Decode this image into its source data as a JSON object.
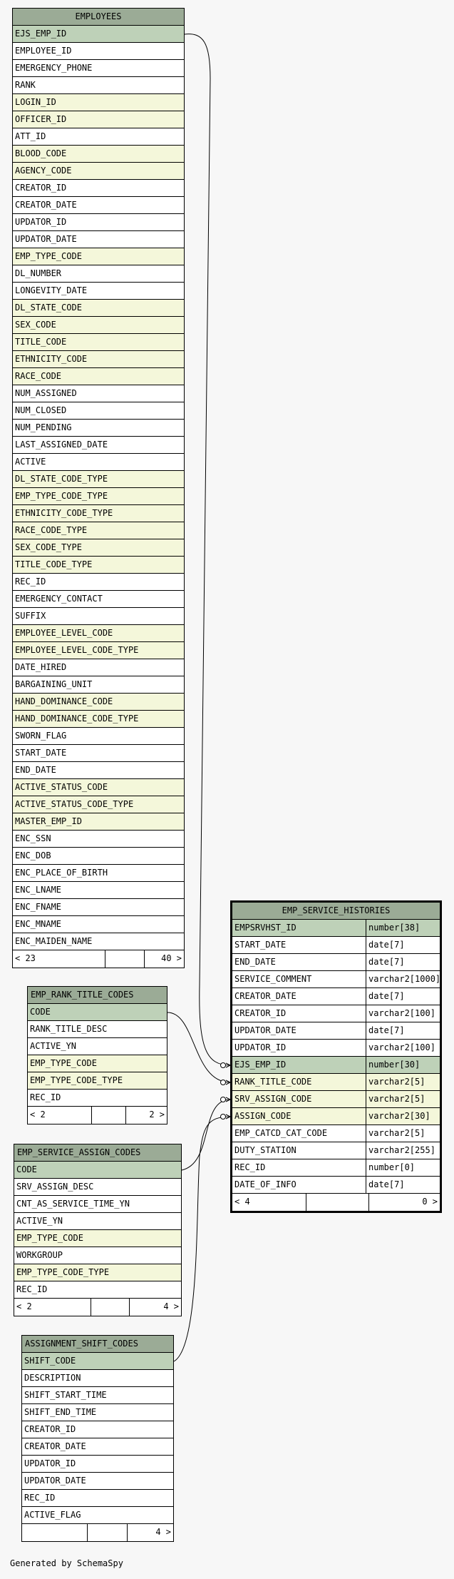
{
  "credit": "Generated by SchemaSpy",
  "tables": [
    {
      "id": "employees",
      "name": "EMPLOYEES",
      "focus": false,
      "left_title": false,
      "columns": [
        {
          "name": "EJS_EMP_ID",
          "kind": "pk"
        },
        {
          "name": "EMPLOYEE_ID",
          "kind": "plain"
        },
        {
          "name": "EMERGENCY_PHONE",
          "kind": "plain"
        },
        {
          "name": "RANK",
          "kind": "plain"
        },
        {
          "name": "LOGIN_ID",
          "kind": "fk"
        },
        {
          "name": "OFFICER_ID",
          "kind": "fk"
        },
        {
          "name": "ATT_ID",
          "kind": "plain"
        },
        {
          "name": "BLOOD_CODE",
          "kind": "fk"
        },
        {
          "name": "AGENCY_CODE",
          "kind": "fk"
        },
        {
          "name": "CREATOR_ID",
          "kind": "plain"
        },
        {
          "name": "CREATOR_DATE",
          "kind": "plain"
        },
        {
          "name": "UPDATOR_ID",
          "kind": "plain"
        },
        {
          "name": "UPDATOR_DATE",
          "kind": "plain"
        },
        {
          "name": "EMP_TYPE_CODE",
          "kind": "fk"
        },
        {
          "name": "DL_NUMBER",
          "kind": "plain"
        },
        {
          "name": "LONGEVITY_DATE",
          "kind": "plain"
        },
        {
          "name": "DL_STATE_CODE",
          "kind": "fk"
        },
        {
          "name": "SEX_CODE",
          "kind": "fk"
        },
        {
          "name": "TITLE_CODE",
          "kind": "fk"
        },
        {
          "name": "ETHNICITY_CODE",
          "kind": "fk"
        },
        {
          "name": "RACE_CODE",
          "kind": "fk"
        },
        {
          "name": "NUM_ASSIGNED",
          "kind": "plain"
        },
        {
          "name": "NUM_CLOSED",
          "kind": "plain"
        },
        {
          "name": "NUM_PENDING",
          "kind": "plain"
        },
        {
          "name": "LAST_ASSIGNED_DATE",
          "kind": "plain"
        },
        {
          "name": "ACTIVE",
          "kind": "plain"
        },
        {
          "name": "DL_STATE_CODE_TYPE",
          "kind": "fk"
        },
        {
          "name": "EMP_TYPE_CODE_TYPE",
          "kind": "fk"
        },
        {
          "name": "ETHNICITY_CODE_TYPE",
          "kind": "fk"
        },
        {
          "name": "RACE_CODE_TYPE",
          "kind": "fk"
        },
        {
          "name": "SEX_CODE_TYPE",
          "kind": "fk"
        },
        {
          "name": "TITLE_CODE_TYPE",
          "kind": "fk"
        },
        {
          "name": "REC_ID",
          "kind": "plain"
        },
        {
          "name": "EMERGENCY_CONTACT",
          "kind": "plain"
        },
        {
          "name": "SUFFIX",
          "kind": "plain"
        },
        {
          "name": "EMPLOYEE_LEVEL_CODE",
          "kind": "fk"
        },
        {
          "name": "EMPLOYEE_LEVEL_CODE_TYPE",
          "kind": "fk"
        },
        {
          "name": "DATE_HIRED",
          "kind": "plain"
        },
        {
          "name": "BARGAINING_UNIT",
          "kind": "plain"
        },
        {
          "name": "HAND_DOMINANCE_CODE",
          "kind": "fk"
        },
        {
          "name": "HAND_DOMINANCE_CODE_TYPE",
          "kind": "fk"
        },
        {
          "name": "SWORN_FLAG",
          "kind": "plain"
        },
        {
          "name": "START_DATE",
          "kind": "plain"
        },
        {
          "name": "END_DATE",
          "kind": "plain"
        },
        {
          "name": "ACTIVE_STATUS_CODE",
          "kind": "fk"
        },
        {
          "name": "ACTIVE_STATUS_CODE_TYPE",
          "kind": "fk"
        },
        {
          "name": "MASTER_EMP_ID",
          "kind": "fk"
        },
        {
          "name": "ENC_SSN",
          "kind": "plain"
        },
        {
          "name": "ENC_DOB",
          "kind": "plain"
        },
        {
          "name": "ENC_PLACE_OF_BIRTH",
          "kind": "plain"
        },
        {
          "name": "ENC_LNAME",
          "kind": "plain"
        },
        {
          "name": "ENC_FNAME",
          "kind": "plain"
        },
        {
          "name": "ENC_MNAME",
          "kind": "plain"
        },
        {
          "name": "ENC_MAIDEN_NAME",
          "kind": "plain"
        }
      ],
      "footer": {
        "left": "< 23",
        "right": "40 >"
      }
    },
    {
      "id": "emp_rank_title_codes",
      "name": "EMP_RANK_TITLE_CODES",
      "focus": false,
      "left_title": true,
      "columns": [
        {
          "name": "CODE",
          "kind": "pk"
        },
        {
          "name": "RANK_TITLE_DESC",
          "kind": "plain"
        },
        {
          "name": "ACTIVE_YN",
          "kind": "plain"
        },
        {
          "name": "EMP_TYPE_CODE",
          "kind": "fk"
        },
        {
          "name": "EMP_TYPE_CODE_TYPE",
          "kind": "fk"
        },
        {
          "name": "REC_ID",
          "kind": "plain"
        }
      ],
      "footer": {
        "left": "< 2",
        "right": "2 >"
      }
    },
    {
      "id": "emp_service_assign_codes",
      "name": "EMP_SERVICE_ASSIGN_CODES",
      "focus": false,
      "left_title": true,
      "columns": [
        {
          "name": "CODE",
          "kind": "pk"
        },
        {
          "name": "SRV_ASSIGN_DESC",
          "kind": "plain"
        },
        {
          "name": "CNT_AS_SERVICE_TIME_YN",
          "kind": "plain"
        },
        {
          "name": "ACTIVE_YN",
          "kind": "plain"
        },
        {
          "name": "EMP_TYPE_CODE",
          "kind": "fk"
        },
        {
          "name": "WORKGROUP",
          "kind": "plain"
        },
        {
          "name": "EMP_TYPE_CODE_TYPE",
          "kind": "fk"
        },
        {
          "name": "REC_ID",
          "kind": "plain"
        }
      ],
      "footer": {
        "left": "< 2",
        "right": "4 >"
      }
    },
    {
      "id": "assignment_shift_codes",
      "name": "ASSIGNMENT_SHIFT_CODES",
      "focus": false,
      "left_title": true,
      "columns": [
        {
          "name": "SHIFT_CODE",
          "kind": "pk"
        },
        {
          "name": "DESCRIPTION",
          "kind": "plain"
        },
        {
          "name": "SHIFT_START_TIME",
          "kind": "plain"
        },
        {
          "name": "SHIFT_END_TIME",
          "kind": "plain"
        },
        {
          "name": "CREATOR_ID",
          "kind": "plain"
        },
        {
          "name": "CREATOR_DATE",
          "kind": "plain"
        },
        {
          "name": "UPDATOR_ID",
          "kind": "plain"
        },
        {
          "name": "UPDATOR_DATE",
          "kind": "plain"
        },
        {
          "name": "REC_ID",
          "kind": "plain"
        },
        {
          "name": "ACTIVE_FLAG",
          "kind": "plain"
        }
      ],
      "footer": {
        "left": "",
        "right": "4 >"
      }
    },
    {
      "id": "emp_service_histories",
      "name": "EMP_SERVICE_HISTORIES",
      "focus": true,
      "left_title": false,
      "columns": [
        {
          "name": "EMPSRVHST_ID",
          "type": "number[38]",
          "kind": "pk"
        },
        {
          "name": "START_DATE",
          "type": "date[7]",
          "kind": "plain"
        },
        {
          "name": "END_DATE",
          "type": "date[7]",
          "kind": "plain"
        },
        {
          "name": "SERVICE_COMMENT",
          "type": "varchar2[1000]",
          "kind": "plain"
        },
        {
          "name": "CREATOR_DATE",
          "type": "date[7]",
          "kind": "plain"
        },
        {
          "name": "CREATOR_ID",
          "type": "varchar2[100]",
          "kind": "plain"
        },
        {
          "name": "UPDATOR_DATE",
          "type": "date[7]",
          "kind": "plain"
        },
        {
          "name": "UPDATOR_ID",
          "type": "varchar2[100]",
          "kind": "plain"
        },
        {
          "name": "EJS_EMP_ID",
          "type": "number[30]",
          "kind": "pk"
        },
        {
          "name": "RANK_TITLE_CODE",
          "type": "varchar2[5]",
          "kind": "fk"
        },
        {
          "name": "SRV_ASSIGN_CODE",
          "type": "varchar2[5]",
          "kind": "fk"
        },
        {
          "name": "ASSIGN_CODE",
          "type": "varchar2[30]",
          "kind": "fk"
        },
        {
          "name": "EMP_CATCD_CAT_CODE",
          "type": "varchar2[5]",
          "kind": "plain"
        },
        {
          "name": "DUTY_STATION",
          "type": "varchar2[255]",
          "kind": "plain"
        },
        {
          "name": "REC_ID",
          "type": "number[0]",
          "kind": "plain"
        },
        {
          "name": "DATE_OF_INFO",
          "type": "date[7]",
          "kind": "plain"
        }
      ],
      "footer": {
        "left": "< 4",
        "right": "0 >"
      }
    }
  ]
}
